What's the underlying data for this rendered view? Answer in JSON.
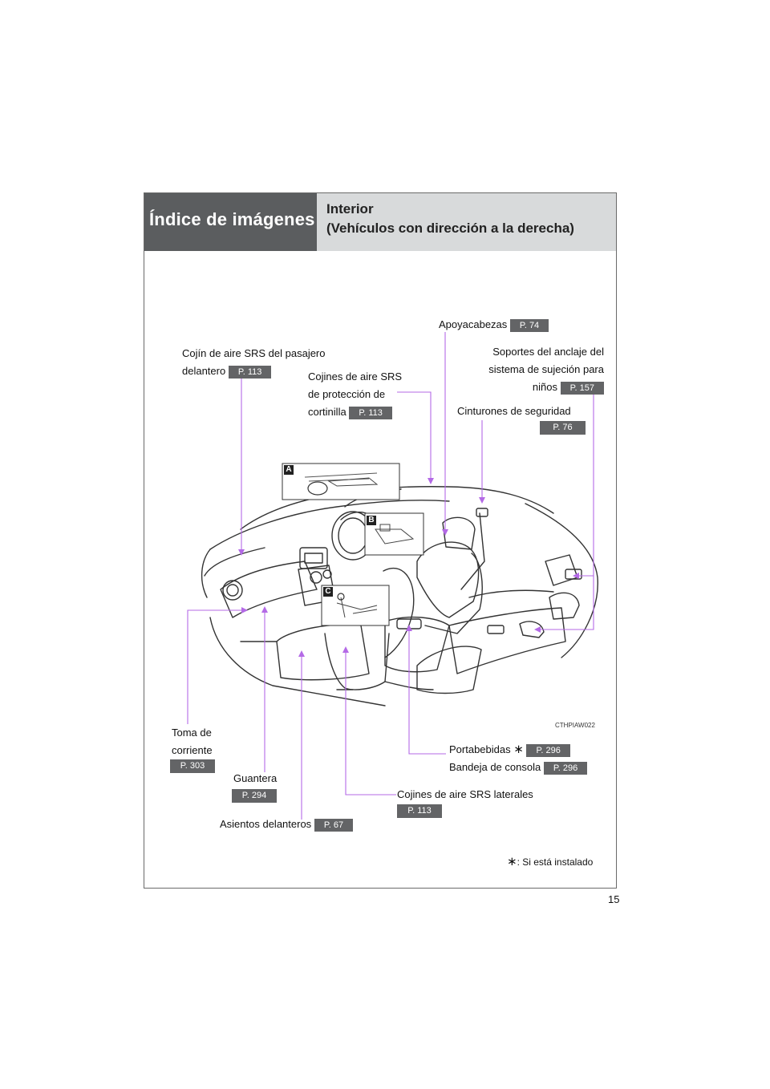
{
  "header": {
    "section": "Índice de imágenes",
    "title_line1": "Interior",
    "title_line2": "(Vehículos con dirección a la derecha)"
  },
  "callouts": {
    "passenger_airbag": {
      "line1": "Cojín de aire SRS del pasajero",
      "line2": "delantero",
      "page": "P. 113"
    },
    "curtain_airbags": {
      "line1": "Cojines de aire SRS",
      "line2": "de protección de",
      "line3": "cortinilla",
      "page": "P. 113"
    },
    "head_restraints": {
      "label": "Apoyacabezas",
      "page": "P. 74"
    },
    "child_restraint": {
      "line1": "Soportes del anclaje del",
      "line2": "sistema de sujeción para",
      "line3": "niños",
      "page": "P. 157"
    },
    "seat_belts": {
      "label": "Cinturones de seguridad",
      "page": "P. 76"
    },
    "power_outlet": {
      "line1": "Toma de",
      "line2": "corriente",
      "page": "P. 303"
    },
    "glove_box": {
      "label": "Guantera",
      "page": "P. 294"
    },
    "front_seats": {
      "label": "Asientos delanteros",
      "page": "P. 67"
    },
    "side_airbags": {
      "label": "Cojines de aire SRS laterales",
      "page": "P. 113"
    },
    "cup_holders": {
      "label": "Portabebidas",
      "asterisk": "∗",
      "page": "P. 296"
    },
    "console_tray": {
      "label": "Bandeja de consola",
      "page": "P. 296"
    }
  },
  "insets": {
    "a": "A",
    "b": "B",
    "c": "C"
  },
  "image_code": "CTHPIAW022",
  "footnote": {
    "symbol": "∗",
    "text": ": Si está instalado"
  },
  "page_number": "15",
  "colors": {
    "leader_line": "#b46ae6",
    "tag_bg": "#636466",
    "header_dark": "#5b5d5f",
    "header_light": "#d8dadb"
  }
}
